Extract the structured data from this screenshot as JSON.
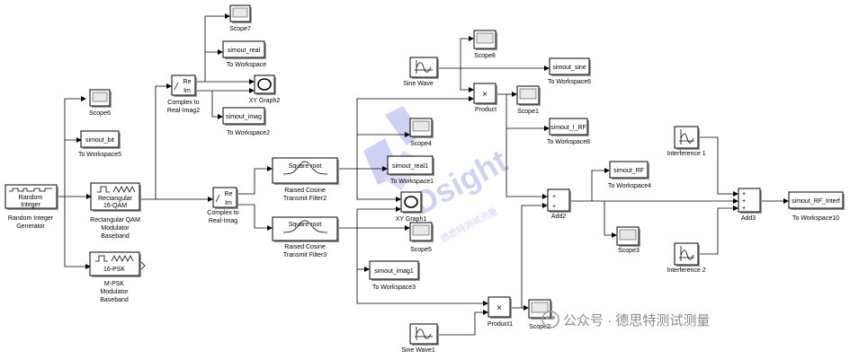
{
  "blocks": {
    "random_integer": {
      "text": [
        "Random",
        "Integer"
      ],
      "label": [
        "Random Integer",
        "Generator"
      ]
    },
    "scope6": {
      "label": "Scope6"
    },
    "simout_bit": {
      "text": "simout_bit",
      "label": "To Workspace5"
    },
    "rect_qam": {
      "text": [
        "Rectangular",
        "16-QAM"
      ],
      "label": [
        "Rectangular QAM",
        "Modulator",
        "Baseband"
      ]
    },
    "mpsk": {
      "text": "16-PSK",
      "label": [
        "M-PSK",
        "Modulator",
        "Baseband"
      ]
    },
    "c2ri_2": {
      "text": [
        "Re",
        "Im"
      ],
      "label": [
        "Complex to",
        "Real-Imag2"
      ]
    },
    "scope7": {
      "label": "Scope7"
    },
    "simout_real": {
      "text": "simout_real",
      "label": "To Workspace"
    },
    "xy_graph2": {
      "label": "XY Graph2"
    },
    "simout_imag": {
      "text": "simout_imag",
      "label": "To Workspace2"
    },
    "c2ri": {
      "text": [
        "Re",
        "Im"
      ],
      "label": [
        "Complex to",
        "Real-Imag"
      ]
    },
    "rc_filter2": {
      "text": "Square root",
      "label": [
        "Raised Cosine",
        "Transmit Filter2"
      ]
    },
    "rc_filter3": {
      "text": "Square root",
      "label": [
        "Raised Cosine",
        "Transmit Filter3"
      ]
    },
    "scope4": {
      "label": "Scope4"
    },
    "simout_real1": {
      "text": "simout_real1",
      "label": "To Workspace1"
    },
    "xy_graph1": {
      "label": "XY Graph1"
    },
    "scope5": {
      "label": "Scope5"
    },
    "simout_imag1": {
      "text": "simout_imag1",
      "label": "To Workspace3"
    },
    "sine_wave": {
      "label": "Sine Wave"
    },
    "scope8": {
      "label": "Scope8"
    },
    "simout_sine": {
      "text": "simout_sine",
      "label": "To Workspace6"
    },
    "product": {
      "text": "×",
      "label": "Product"
    },
    "scope1": {
      "label": "Scope1"
    },
    "simout_i_rf": {
      "text": "simout_I_RF",
      "label": "To Workspace8"
    },
    "product1": {
      "text": "×",
      "label": "Product1"
    },
    "scope2": {
      "label": "Scope2"
    },
    "sine_wave1": {
      "label": "Sine Wave1"
    },
    "add2": {
      "text": [
        "+",
        "+"
      ],
      "label": "Add2"
    },
    "simout_rf": {
      "text": "simout_RF",
      "label": "To Workspace4"
    },
    "scope3": {
      "label": "Scope3"
    },
    "interference1": {
      "label": "Interference 1"
    },
    "interference2": {
      "label": "Interference 2"
    },
    "add3": {
      "text": [
        "+",
        "+",
        "+"
      ],
      "label": "Add3"
    },
    "simout_rf_interf": {
      "text": "simout_RF_Interf",
      "label": "To Workspace10"
    }
  },
  "watermark": {
    "brand": "Dsight",
    "sub": "德思特测试测量",
    "caption": "公众号 · 德思特测试测量"
  }
}
